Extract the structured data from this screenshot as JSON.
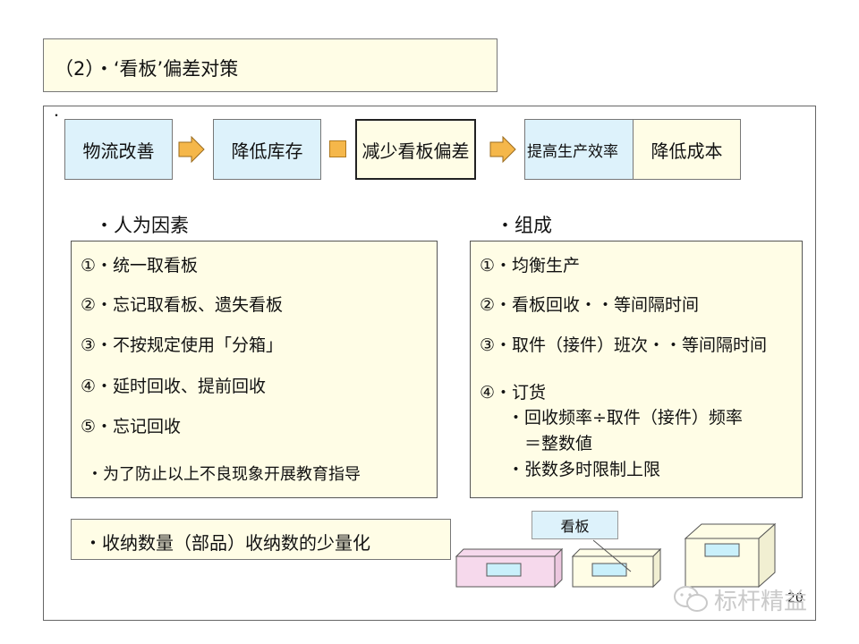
{
  "title": "（2）・‘看板’偏差对策",
  "small_dot": "・",
  "flow": {
    "step1": "物流改善",
    "step2": "降低库存",
    "step3": "减少看板偏差",
    "step4": "提高生产效率",
    "step5": "降低成本"
  },
  "human_factors": {
    "heading": "・人为因素",
    "items": [
      "①・统一取看板",
      "②・忘记取看板、遗失看板",
      "③・不按规定使用「分箱」",
      "④・延时回收、提前回收",
      "⑤・忘记回收"
    ],
    "note": "・为了防止以上不良现象开展教育指导"
  },
  "composition": {
    "heading": "・组成",
    "items": [
      "①・均衡生产",
      "②・看板回收・・等间隔时间",
      "③・取件（接件）班次・・等间隔时间",
      "④・订货"
    ],
    "sub_items": [
      "・回收频率÷取件（接件）频率",
      "　＝整数値",
      "・张数多时限制上限"
    ]
  },
  "bottom_box": "・收纳数量（部品）收纳数的少量化",
  "kanban_label": "看板",
  "page_number": "20",
  "watermark": "标杆精益",
  "colors": {
    "light_yellow": "#fffde6",
    "light_blue": "#ddf2fb",
    "arrow_orange": "#f5b74a",
    "pink_box": "#f6d9ec",
    "cyan_window": "#c9f0fb"
  }
}
